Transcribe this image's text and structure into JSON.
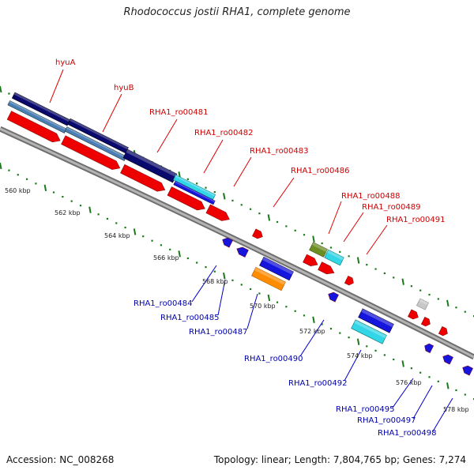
{
  "title": "Rhodococcus jostii RHA1, complete genome",
  "footer": {
    "accession": "Accession: NC_008268",
    "stats": "Topology: linear; Length: 7,804,765 bp; Genes: 7,274"
  },
  "colors": {
    "backbone": "#8c8c8c",
    "forward_label": "#cc0000",
    "reverse_label": "#0000aa",
    "tick": "#1a7a1a",
    "red": "#ee0000",
    "navy": "#0a0a6e",
    "steel": "#4a7fb5",
    "cyan": "#33d6e6",
    "blue": "#1515dd",
    "orange": "#ff8c00",
    "olive": "#6b8e23",
    "grey": "#c8c8c8"
  },
  "scale_labels": [
    "560 kbp",
    "562 kbp",
    "564 kbp",
    "566 kbp",
    "568 kbp",
    "570 kbp",
    "572 kbp",
    "574 kbp",
    "576 kbp",
    "578 kbp"
  ],
  "forward_gene_labels": [
    "hyuA",
    "hyuB",
    "RHA1_ro00481",
    "RHA1_ro00482",
    "RHA1_ro00483",
    "RHA1_ro00486",
    "RHA1_ro00488",
    "RHA1_ro00489",
    "RHA1_ro00491"
  ],
  "reverse_gene_labels": [
    "RHA1_ro00484",
    "RHA1_ro00485",
    "RHA1_ro00487",
    "RHA1_ro00490",
    "RHA1_ro00492",
    "RHA1_ro00495",
    "RHA1_ro00497",
    "RHA1_ro00498"
  ]
}
